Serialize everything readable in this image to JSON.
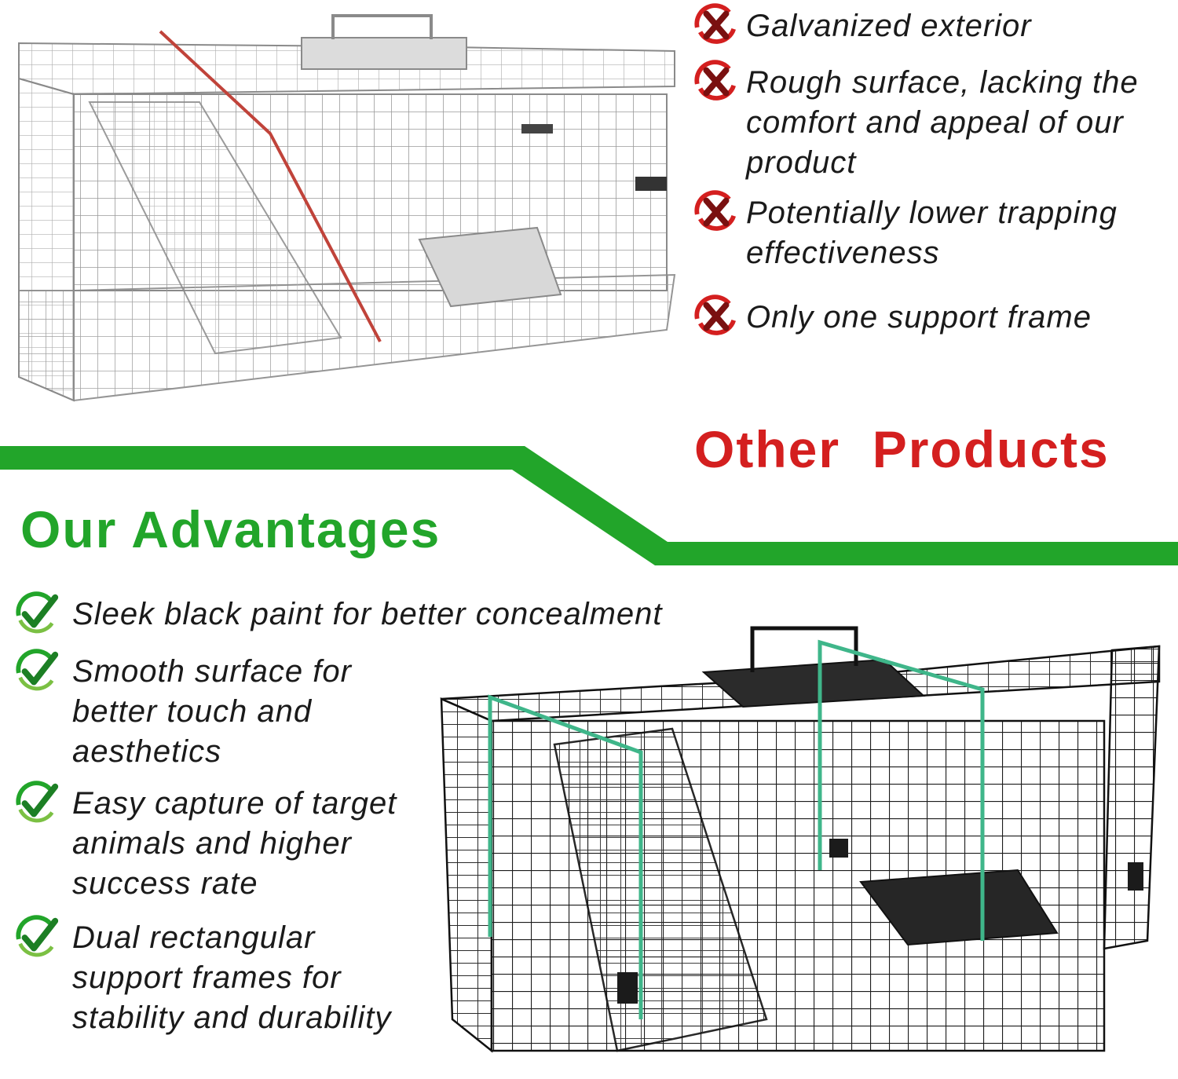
{
  "colors": {
    "green": "#22a52a",
    "red": "#d41f1f",
    "text": "#1a1a1a",
    "galvanized_wire": "#9a9a9a",
    "black_wire": "#1b1b1b",
    "support_frame_other": "#c0433a",
    "support_frame_ours": "#3fb68a"
  },
  "other_products": {
    "heading": "Other  Products",
    "icon": "red-x-swoosh-icon",
    "items": [
      {
        "text": "Galvanized exterior"
      },
      {
        "text": "Rough surface, lacking the comfort and appeal of our product"
      },
      {
        "text": "Potentially lower trapping effectiveness"
      },
      {
        "text": "Only one support frame"
      }
    ]
  },
  "our_advantages": {
    "heading": "Our Advantages",
    "icon": "green-check-swoosh-icon",
    "items": [
      {
        "text": "Sleek black paint for better concealment"
      },
      {
        "text": "Smooth surface for better touch and aesthetics"
      },
      {
        "text": "Easy capture of target animals and higher success rate"
      },
      {
        "text": "Dual rectangular support frames for stability and durability"
      }
    ]
  }
}
